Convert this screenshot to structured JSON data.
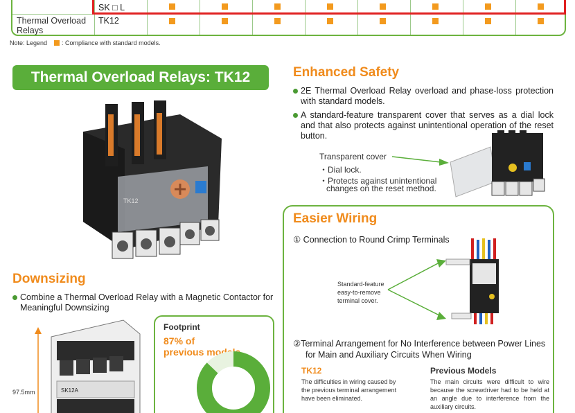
{
  "table": {
    "row1_model": "SK □ L",
    "row2_label": "Thermal Overload Relays",
    "row2_model": "TK12",
    "row1_marks": [
      "■",
      "■",
      "■",
      "■",
      "■",
      "■",
      "■",
      "■"
    ],
    "row2_marks": [
      "■",
      "■",
      "■",
      "■",
      "■",
      "■",
      "■",
      "■"
    ]
  },
  "legend": {
    "note": "Note: Legend",
    "text": ": Compliance with standard models."
  },
  "left": {
    "banner": "Thermal Overload Relays: TK12",
    "product_label": "TK12",
    "downsizing_title": "Downsizing",
    "downsizing_bullet": "Combine a Thermal Overload Relay with a Magnetic Contactor for Meaningful Downsizing",
    "dimension": "97.5mm",
    "contactor_label": "SK12A",
    "footprint_title": "Footprint",
    "footprint_line1": "87% of",
    "footprint_line2": "previous models",
    "footprint_percent": 87
  },
  "safety": {
    "title": "Enhanced Safety",
    "bullet1": "2E Thermal Overload Relay overload and phase-loss protection with standard models.",
    "bullet2": "A standard-feature transparent cover that serves as a dial lock and that also protects against unintentional operation of the reset button.",
    "cover_label": "Transparent cover",
    "point1": "・Dial lock.",
    "point2": "・Protects against unintentional",
    "point2b": "changes on the reset method."
  },
  "wiring": {
    "title": "Easier Wiring",
    "item1": "① Connection to Round Crimp Terminals",
    "callout1": "Standard-feature",
    "callout2": "easy-to-remove",
    "callout3": "terminal cover.",
    "item2_line1": "②Terminal Arrangement for No Interference between Power Lines",
    "item2_line2": "for Main and Auxiliary Circuits When Wiring",
    "tk12_title": "TK12",
    "tk12_text": "The difficulties in wiring caused by the previous terminal arrangement have been eliminated.",
    "prev_title": "Previous Models",
    "prev_text": "The main circuits were difficult to wire because the screwdriver had to be held at an angle due to interference from the auxiliary circuits."
  }
}
